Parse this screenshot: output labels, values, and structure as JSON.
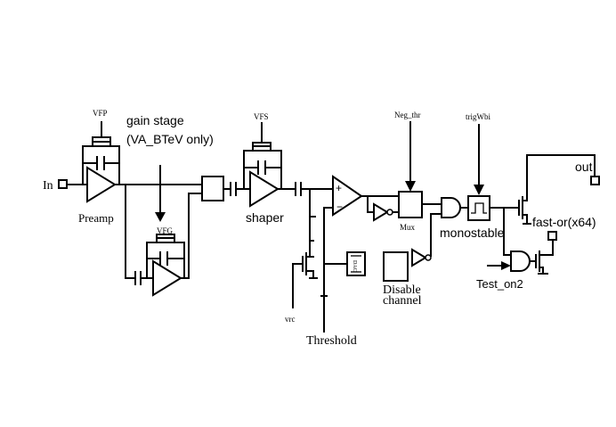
{
  "labels": {
    "in": "In",
    "vfp": "VFP",
    "gain_stage_line1": "gain stage",
    "gain_stage_line2": "(VA_BTeV only)",
    "preamp": "Preamp",
    "vfg": "VFG",
    "vfs": "VFS",
    "shaper": "shaper",
    "vrc": "vrc",
    "dac": "DAC",
    "threshold": "Threshold",
    "neg_thr": "Neg_thr",
    "mux": "Mux",
    "trig_wbi": "trigWbi",
    "monostable": "monostable",
    "disable_line1": "Disable",
    "disable_line2": "channel",
    "out": "out",
    "fast_or": "fast-or(x64)",
    "test_on2": "Test_on2",
    "comp_plus": "+",
    "comp_minus": "−"
  }
}
